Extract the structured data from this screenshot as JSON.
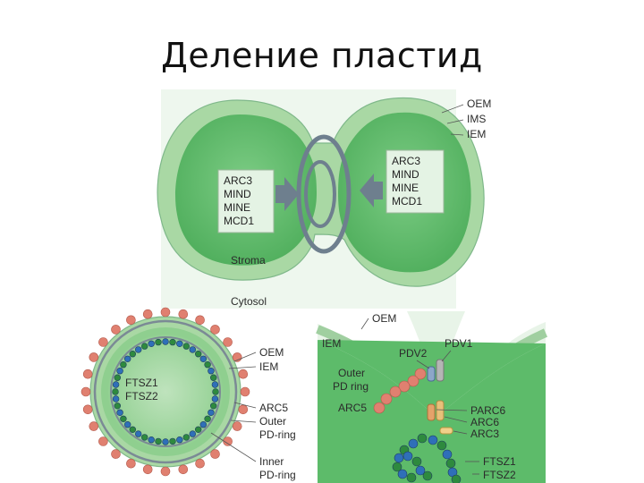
{
  "title": "Деление пластид",
  "top_panel": {
    "membrane_labels": [
      "OEM",
      "IMS",
      "IEM"
    ],
    "left_box": [
      "ARC3",
      "MIND",
      "MINE",
      "MCD1"
    ],
    "right_box": [
      "ARC3",
      "MIND",
      "MINE",
      "MCD1"
    ],
    "stroma": "Stroma",
    "cytosol": "Cytosol"
  },
  "bottom_left": {
    "inner_labels": [
      "FTSZ1",
      "FTSZ2"
    ],
    "labels": [
      "OEM",
      "IEM",
      "ARC5",
      "Outer",
      "PD-ring",
      "Inner",
      "PD-ring"
    ]
  },
  "bottom_right": {
    "oem": "OEM",
    "iem": "IEM",
    "pdv2": "PDV2",
    "pdv1": "PDV1",
    "outer_pd": [
      "Outer",
      "PD ring"
    ],
    "arc5": "ARC5",
    "parc6": "PARC6",
    "arc6": "ARC6",
    "arc3": "ARC3",
    "ftsz1": "FTSZ1",
    "ftsz2": "FTSZ2"
  },
  "colors": {
    "membrane": "#a9d8a4",
    "stroma": "#5dbb6a",
    "ring": "#6e7f8e",
    "arc5_bead": "#e08070",
    "ftsz_blue": "#2f6fb8",
    "ftsz_green": "#2e8a3e"
  }
}
